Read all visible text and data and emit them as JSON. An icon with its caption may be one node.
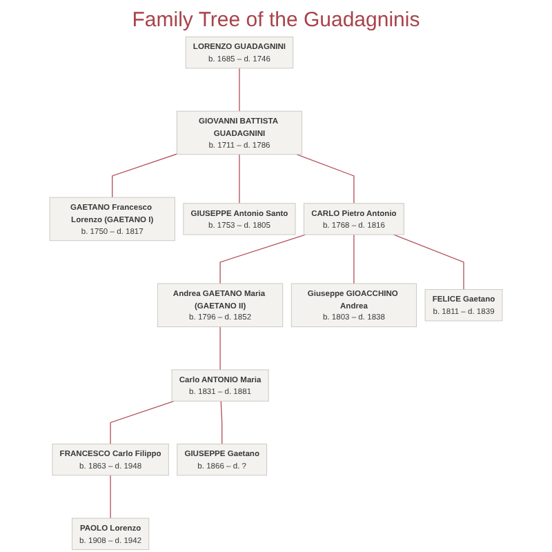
{
  "diagram": {
    "title": "Family Tree of the Guadagninis",
    "nodes": [
      {
        "text": [
          "LORENZO GUADAGNINI",
          "b. 1685 – d. 1746"
        ]
      },
      {
        "text": [
          "GIOVANNI BATTISTA GUADAGNINI",
          "b. 1711 – d. 1786"
        ]
      },
      {
        "text": [
          "GAETANO Francesco Lorenzo (GAETANO I)",
          "b. 1750 – d. 1817"
        ]
      },
      {
        "text": [
          "GIUSEPPE Antonio Santo",
          "b. 1753 – d. 1805"
        ]
      },
      {
        "text": [
          "CARLO Pietro Antonio",
          "b. 1768 – d. 1816"
        ]
      },
      {
        "text": [
          "Andrea GAETANO Maria (GAETANO II)",
          "b. 1796 – d. 1852"
        ]
      },
      {
        "text": [
          "Giuseppe GIOACCHINO Andrea",
          "b. 1803 – d. 1838"
        ]
      },
      {
        "text": [
          "FELICE Gaetano",
          "b. 1811 – d. 1839"
        ]
      },
      {
        "text": [
          "Carlo ANTONIO Maria",
          "b. 1831 – d. 1881"
        ]
      },
      {
        "text": [
          "FRANCESCO Carlo Filippo",
          "b. 1863 – d. 1948"
        ]
      },
      {
        "text": [
          "GIUSEPPE Gaetano",
          "b. 1866 – d. ?"
        ]
      },
      {
        "text": [
          "PAOLO Lorenzo",
          "b. 1908 – d. 1942"
        ]
      }
    ],
    "edges": [
      {
        "from": 0,
        "to": 1,
        "arrow": "none"
      },
      {
        "from": 1,
        "to": 2,
        "arrow": "none"
      },
      {
        "from": 1,
        "to": 3,
        "arrow": "none"
      },
      {
        "from": 1,
        "to": 4,
        "arrow": "none"
      },
      {
        "from": 4,
        "to": 5,
        "arrow": "none"
      },
      {
        "from": 4,
        "to": 6,
        "arrow": "none"
      },
      {
        "from": 4,
        "to": 7,
        "arrow": "none"
      },
      {
        "from": 5,
        "to": 8,
        "arrow": "none"
      },
      {
        "from": 8,
        "to": 9,
        "arrow": "none"
      },
      {
        "from": 8,
        "to": 10,
        "arrow": "none"
      },
      {
        "from": 9,
        "to": 11,
        "arrow": "none"
      }
    ]
  }
}
